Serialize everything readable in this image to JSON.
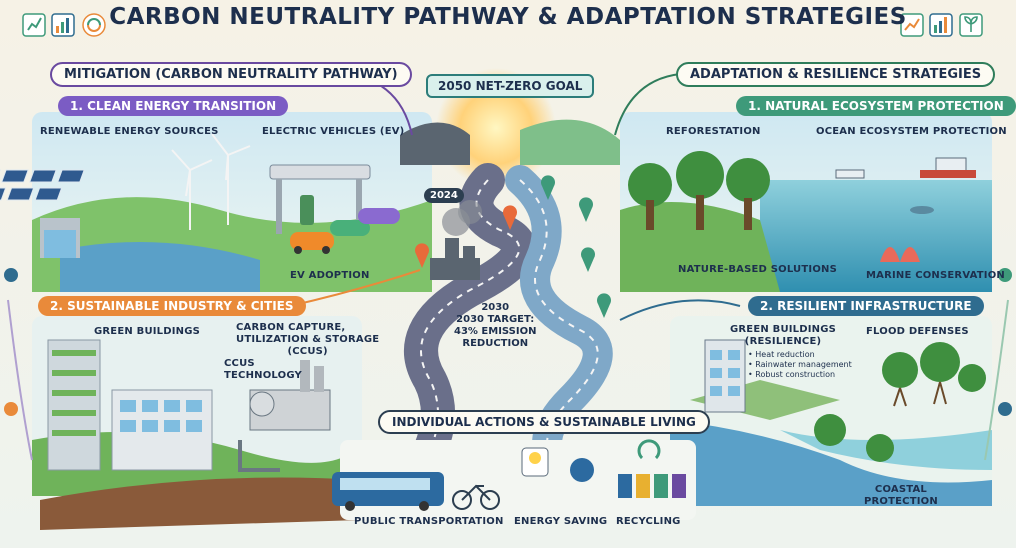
{
  "title": "CARBON NEUTRALITY PATHWAY & ADAPTATION STRATEGIES",
  "goal": "2050 NET-ZERO GOAL",
  "timeline": {
    "year_start": "2024",
    "year_mid": "2030",
    "target_line1": "2030 TARGET:",
    "target_line2": "43% EMISSION",
    "target_line3": "REDUCTION"
  },
  "mitigation": {
    "header": "MITIGATION (CARBON NEUTRALITY PATHWAY)",
    "section1": {
      "title": "1. CLEAN ENERGY TRANSITION",
      "renewable": "RENEWABLE ENERGY SOURCES",
      "ev": "ELECTRIC VEHICLES (EV)",
      "ev_adoption": "EV ADOPTION"
    },
    "section2": {
      "title": "2. SUSTAINABLE INDUSTRY & CITIES",
      "green_buildings": "GREEN BUILDINGS",
      "ccus_line1": "CARBON CAPTURE,",
      "ccus_line2": "UTILIZATION & STORAGE",
      "ccus_line3": "(CCUS)",
      "ccus_tech_line1": "CCUS",
      "ccus_tech_line2": "TECHNOLOGY"
    }
  },
  "adaptation": {
    "header": "ADAPTATION & RESILIENCE STRATEGIES",
    "section1": {
      "title": "1. NATURAL ECOSYSTEM PROTECTION",
      "reforestation": "REFORESTATION",
      "ocean": "OCEAN ECOSYSTEM PROTECTION",
      "nature_based": "NATURE-BASED SOLUTIONS",
      "marine": "MARINE CONSERVATION"
    },
    "section2": {
      "title": "2. RESILIENT INFRASTRUCTURE",
      "green_line1": "GREEN BUILDINGS",
      "green_line2": "(RESILIENCE)",
      "bullets": [
        "• Heat reduction",
        "• Rainwater management",
        "• Robust construction"
      ],
      "flood": "FLOOD DEFENSES",
      "coastal_line1": "COASTAL",
      "coastal_line2": "PROTECTION"
    }
  },
  "individual": {
    "header": "INDIVIDUAL ACTIONS & SUSTAINABLE LIVING",
    "public_transport": "PUBLIC TRANSPORTATION",
    "energy_saving": "ENERGY SAVING",
    "recycling": "RECYCLING"
  },
  "colors": {
    "mitigation_accent": "#7b5cc4",
    "industry_accent": "#e98a3a",
    "adaptation_accent": "#3e9a7a",
    "infrastructure_accent": "#2f6c8f",
    "title_color": "#1d2f4d"
  }
}
